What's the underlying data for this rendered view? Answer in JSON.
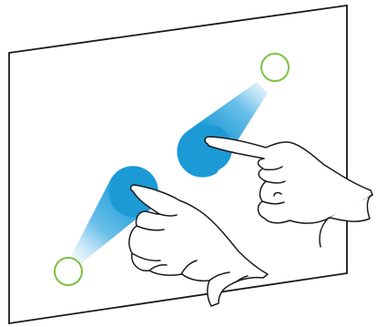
{
  "colors": {
    "panel_fill": "#ffffff",
    "panel_stroke": "#1a1a1a",
    "touch_blue": "#1b9ad6",
    "touch_blue_light": "#cfe9f7",
    "target_circle": "#7cc242",
    "hand_fill": "#ffffff",
    "hand_stroke": "#1a1a1a"
  },
  "gesture": {
    "type": "two-finger-spread",
    "touch_points": 2,
    "targets": 2,
    "icons": [
      "hand-icon",
      "hand-icon"
    ]
  }
}
